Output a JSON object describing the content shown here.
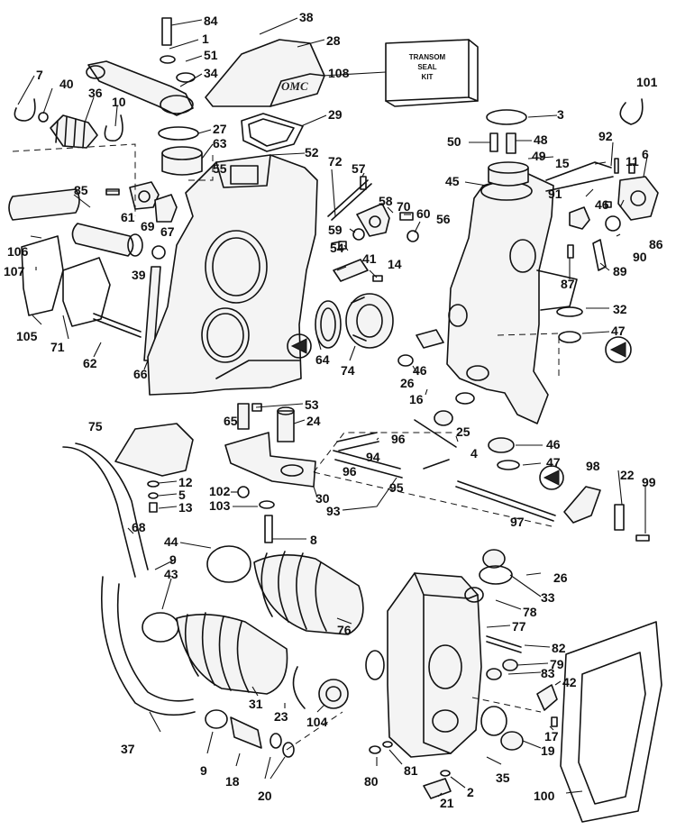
{
  "kit": {
    "lines": [
      "TRANSOM",
      "SEAL",
      "KIT"
    ],
    "number": "108"
  },
  "logo_text": "OMC",
  "callouts": [
    "84",
    "38",
    "1",
    "28",
    "51",
    "34",
    "7",
    "40",
    "36",
    "10",
    "27",
    "29",
    "63",
    "101",
    "3",
    "50",
    "48",
    "92",
    "6",
    "11",
    "49",
    "15",
    "45",
    "55",
    "52",
    "72",
    "57",
    "85",
    "61",
    "69",
    "67",
    "58",
    "70",
    "60",
    "59",
    "56",
    "91",
    "46",
    "86",
    "106",
    "107",
    "39",
    "54",
    "41",
    "14",
    "89",
    "90",
    "87",
    "105",
    "71",
    "62",
    "66",
    "64",
    "74",
    "32",
    "47",
    "26",
    "46",
    "16",
    "65",
    "53",
    "24",
    "75",
    "96",
    "25",
    "46",
    "94",
    "96",
    "95",
    "47",
    "4",
    "98",
    "22",
    "99",
    "12",
    "5",
    "102",
    "103",
    "13",
    "30",
    "93",
    "97",
    "68",
    "8",
    "44",
    "9",
    "43",
    "26",
    "33",
    "76",
    "78",
    "77",
    "82",
    "79",
    "83",
    "42",
    "37",
    "31",
    "23",
    "104",
    "17",
    "19",
    "35",
    "9",
    "18",
    "20",
    "80",
    "81",
    "2",
    "21",
    "100"
  ]
}
